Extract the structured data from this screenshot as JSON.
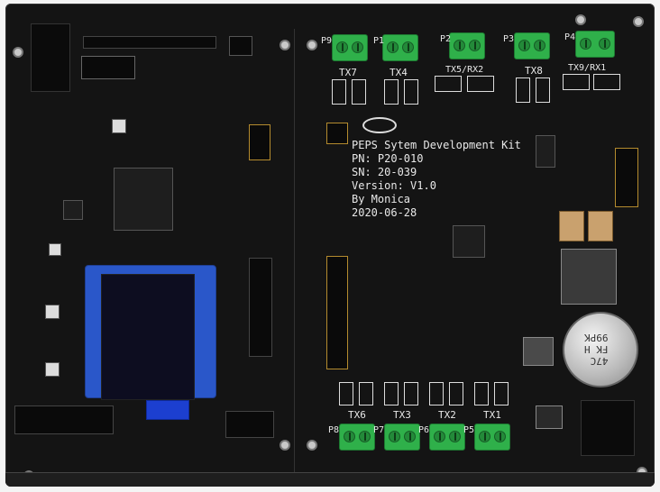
{
  "board": {
    "title": "PEPS Sytem Development Kit",
    "pn": "PN: P20-010",
    "sn": "SN: 20-039",
    "version": "Version: V1.0",
    "author": "By Monica",
    "date": "2020-06-28"
  },
  "labels": {
    "top": [
      "TX7",
      "TX4",
      "TX5/RX2",
      "TX8",
      "TX9/RX1"
    ],
    "bottom": [
      "TX6",
      "TX3",
      "TX2",
      "TX1"
    ],
    "terminals_top": [
      "P9",
      "P1",
      "P2",
      "P3",
      "P4"
    ],
    "terminals_bottom": [
      "P8",
      "P7",
      "P6",
      "P5"
    ],
    "capacitor": "47C\nFK H\n99PK"
  },
  "colors": {
    "pcb": "#141414",
    "terminal": "#2fb04a",
    "oled_pcb": "#2a57c9",
    "silkscreen": "#e8e8e8"
  }
}
